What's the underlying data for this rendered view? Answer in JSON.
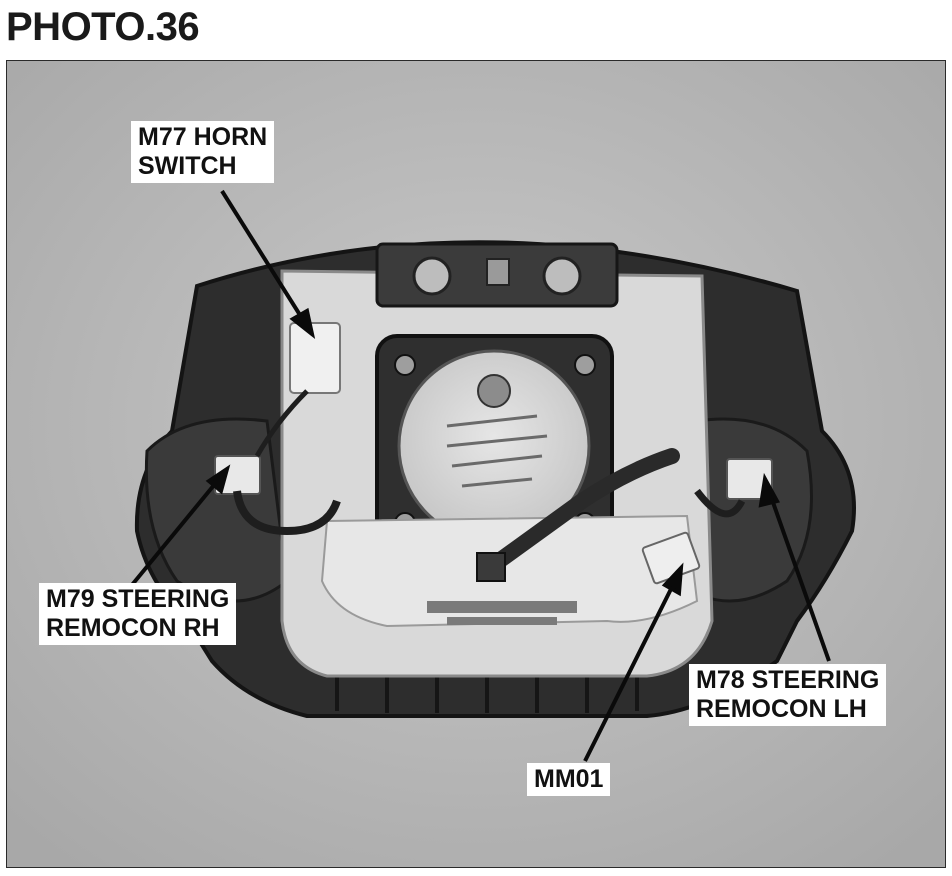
{
  "title": "PHOTO.36",
  "callouts": {
    "horn_switch": {
      "line1": "M77 HORN",
      "line2": "SWITCH"
    },
    "remocon_rh": {
      "line1": "M79 STEERING",
      "line2": "REMOCON RH"
    },
    "remocon_lh": {
      "line1": "M78 STEERING",
      "line2": "REMOCON LH"
    },
    "mm01": {
      "line1": "MM01"
    }
  },
  "colors": {
    "background_gray": "#b9b9b9",
    "wheel_dark": "#2a2a2a",
    "module_light": "#e2e2e2",
    "label_bg": "#ffffff"
  }
}
